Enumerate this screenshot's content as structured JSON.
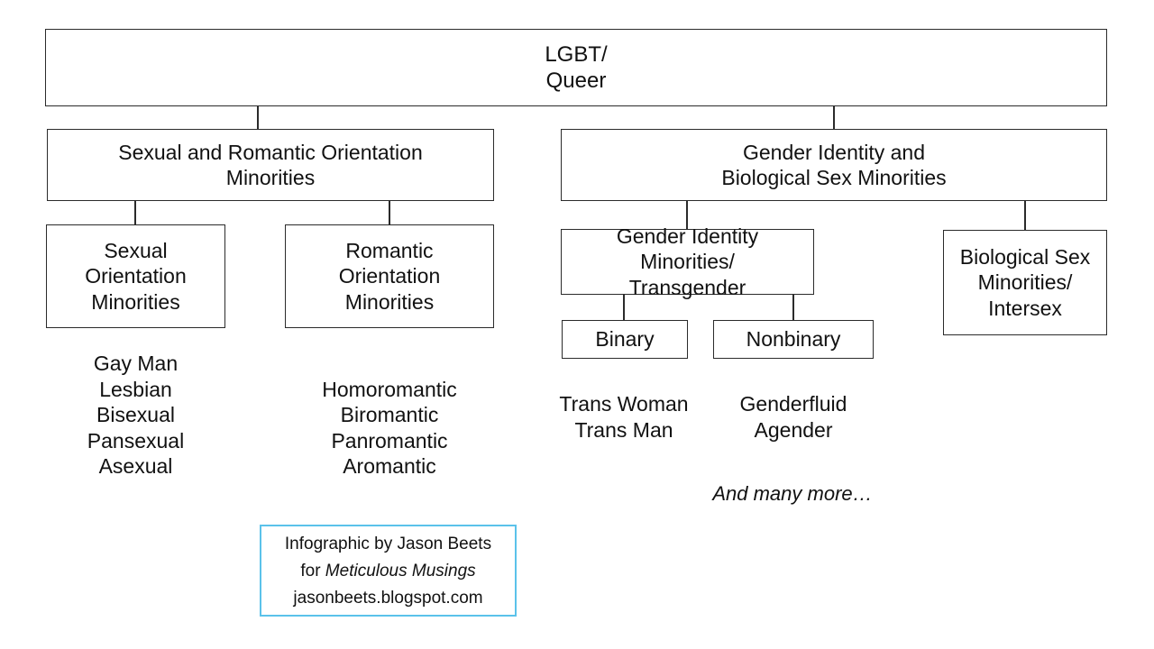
{
  "diagram": {
    "title": "LGBT/Queer taxonomy infographic",
    "colors": {
      "box_border": "#2b2b2b",
      "connector": "#2b2b2b",
      "text": "#111111",
      "credit_border": "#5bc2ea",
      "background": "#ffffff"
    },
    "root": {
      "label": "LGBT/\nQueer"
    },
    "level2": {
      "left": {
        "label": "Sexual and Romantic Orientation\nMinorities"
      },
      "right": {
        "label": "Gender Identity and\nBiological Sex Minorities"
      }
    },
    "level3": {
      "sexual_orientation": {
        "label": "Sexual\nOrientation\nMinorities"
      },
      "romantic_orientation": {
        "label": "Romantic\nOrientation\nMinorities"
      },
      "gender_identity": {
        "label": "Gender Identity Minorities/\nTransgender"
      },
      "biological_sex": {
        "label": "Biological Sex\nMinorities/\nIntersex"
      }
    },
    "level4": {
      "binary": {
        "label": "Binary"
      },
      "nonbinary": {
        "label": "Nonbinary"
      }
    },
    "lists": {
      "sexual_orientation_examples": "Gay Man\nLesbian\nBisexual\nPansexual\nAsexual",
      "romantic_orientation_examples": "Homoromantic\nBiromantic\nPanromantic\nAromantic",
      "binary_examples": "Trans Woman\nTrans Man",
      "nonbinary_examples": "Genderfluid\nAgender"
    },
    "note": {
      "and_many_more": "And many more…"
    },
    "credit": {
      "line1": "Infographic by Jason Beets",
      "line2_prefix": "for ",
      "line2_italic": "Meticulous Musings",
      "line3": "jasonbeets.blogspot.com"
    }
  }
}
